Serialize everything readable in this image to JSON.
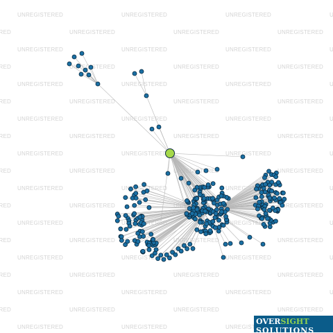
{
  "watermark": {
    "text": "UNREGISTERED",
    "color": "#d4d4d4"
  },
  "graph": {
    "node_color": "#1a6fa3",
    "node_stroke": "#0a2a40",
    "hub_color": "#a6d94a",
    "edge_color": "#b8b8b8"
  },
  "logo": {
    "word_over": "OVER",
    "word_sight": "SIGHT",
    "word_solutions": "SOLUTIONS",
    "background": "#0b5c8a",
    "accent": "#8fd14f"
  }
}
